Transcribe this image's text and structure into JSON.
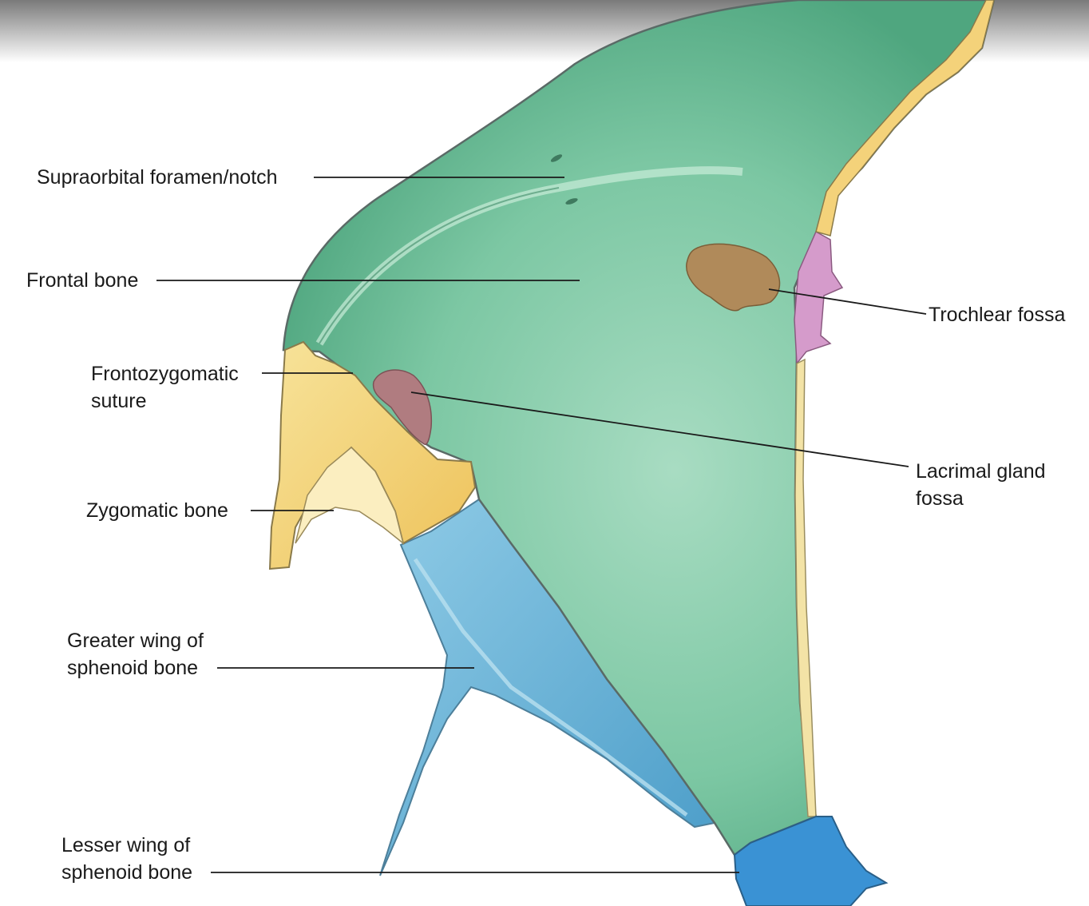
{
  "labels": {
    "supraorbital": [
      "Supraorbital foramen/notch"
    ],
    "frontal": [
      "Frontal bone"
    ],
    "frontozygomatic": [
      "Frontozygomatic",
      "suture"
    ],
    "zygomatic": [
      "Zygomatic bone"
    ],
    "greater_wing": [
      "Greater wing of",
      "sphenoid bone"
    ],
    "lesser_wing": [
      "Lesser wing of",
      "sphenoid bone"
    ],
    "trochlear": [
      "Trochlear fossa"
    ],
    "lacrimal": [
      "Lacrimal gland",
      "fossa"
    ]
  },
  "colors": {
    "frontal": "#6fbf98",
    "zygomatic": "#f3d57a",
    "greater_wing": "#6cb6d8",
    "lesser_wing": "#2f86c8",
    "trochlear_fossa": "#b08a5a",
    "lacrimal_fossa": "#b07c80",
    "ethmoid_strip": "#f3e3a6",
    "lacrimal_bone": "#d59bcb",
    "outline": "#5a6a66",
    "leader": "#1a1a1a"
  }
}
